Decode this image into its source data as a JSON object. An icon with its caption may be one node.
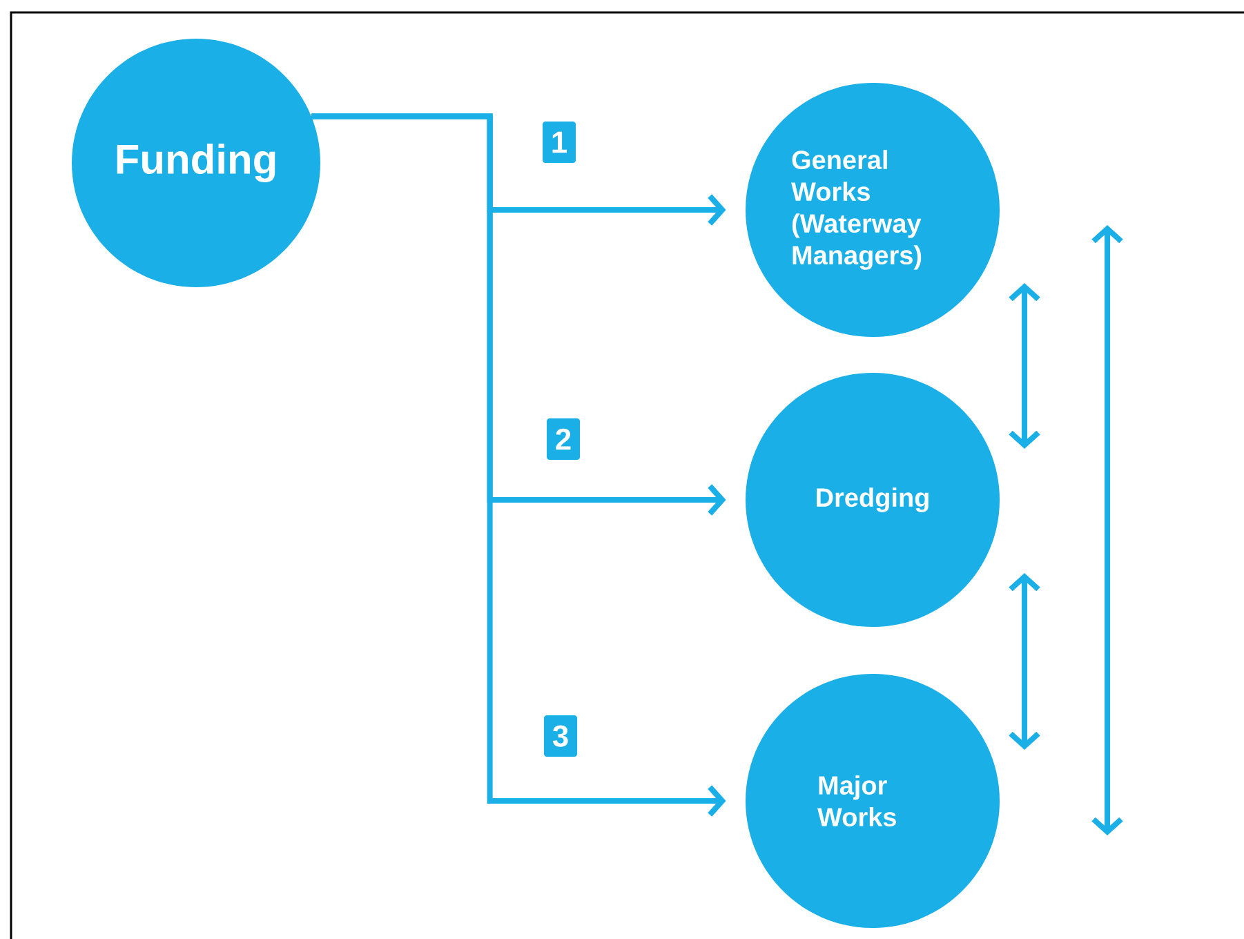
{
  "diagram": {
    "nodes": [
      {
        "text": [
          "Funding"
        ]
      },
      {
        "text": [
          "1"
        ]
      },
      {
        "text": [
          "General Works (Waterway Managers)"
        ]
      },
      {
        "text": [
          "2"
        ]
      },
      {
        "text": [
          "Dredging"
        ]
      },
      {
        "text": [
          "3"
        ]
      },
      {
        "text": [
          "Major Works"
        ]
      }
    ],
    "edges": [
      {
        "from": 0,
        "to": 2,
        "arrow": "to"
      },
      {
        "from": 0,
        "to": 4,
        "arrow": "to"
      },
      {
        "from": 0,
        "to": 6,
        "arrow": "to"
      },
      {
        "from": 2,
        "to": 4,
        "arrow": "both"
      },
      {
        "from": 4,
        "to": 6,
        "arrow": "both"
      },
      {
        "from": 2,
        "to": 6,
        "arrow": "both"
      }
    ]
  }
}
